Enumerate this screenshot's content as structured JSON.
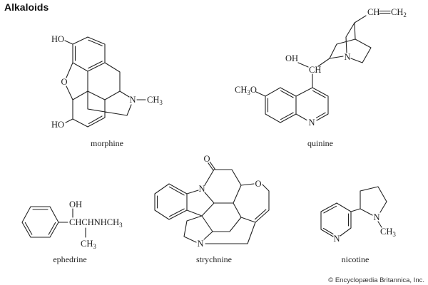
{
  "title": "Alkaloids",
  "credit": "© Encyclopædia Britannica, Inc.",
  "colors": {
    "background": "#ffffff",
    "ink": "#222222"
  },
  "molecules": {
    "morphine": {
      "name": "morphine",
      "labels": {
        "hydroxyl_top": "HO",
        "ether_oxygen": "O",
        "nitrogen": "N",
        "methyl": "CH",
        "methyl_sub": "3",
        "hydroxyl_bottom": "HO"
      }
    },
    "quinine": {
      "name": "quinine",
      "labels": {
        "vinyl_ch": "CH",
        "vinyl_ch2": "CH",
        "vinyl_ch2_sub": "2",
        "hydroxyl": "OH",
        "methine": "CH",
        "cage_nitrogen": "N",
        "methoxy_ch": "CH",
        "methoxy_sub": "3",
        "methoxy_o": "O",
        "ring_nitrogen": "N"
      }
    },
    "ephedrine": {
      "name": "ephedrine",
      "labels": {
        "hydroxyl": "OH",
        "chain": "CHCHNHCH",
        "chain_sub": "3",
        "methyl": "CH",
        "methyl_sub": "3"
      }
    },
    "strychnine": {
      "name": "strychnine",
      "labels": {
        "carbonyl_oxygen": "O",
        "indoline_nitrogen": "N",
        "ether_oxygen": "O",
        "amine_nitrogen": "N"
      }
    },
    "nicotine": {
      "name": "nicotine",
      "labels": {
        "pyridine_nitrogen": "N",
        "pyrrolidine_nitrogen": "N",
        "methyl": "CH",
        "methyl_sub": "3"
      }
    }
  }
}
